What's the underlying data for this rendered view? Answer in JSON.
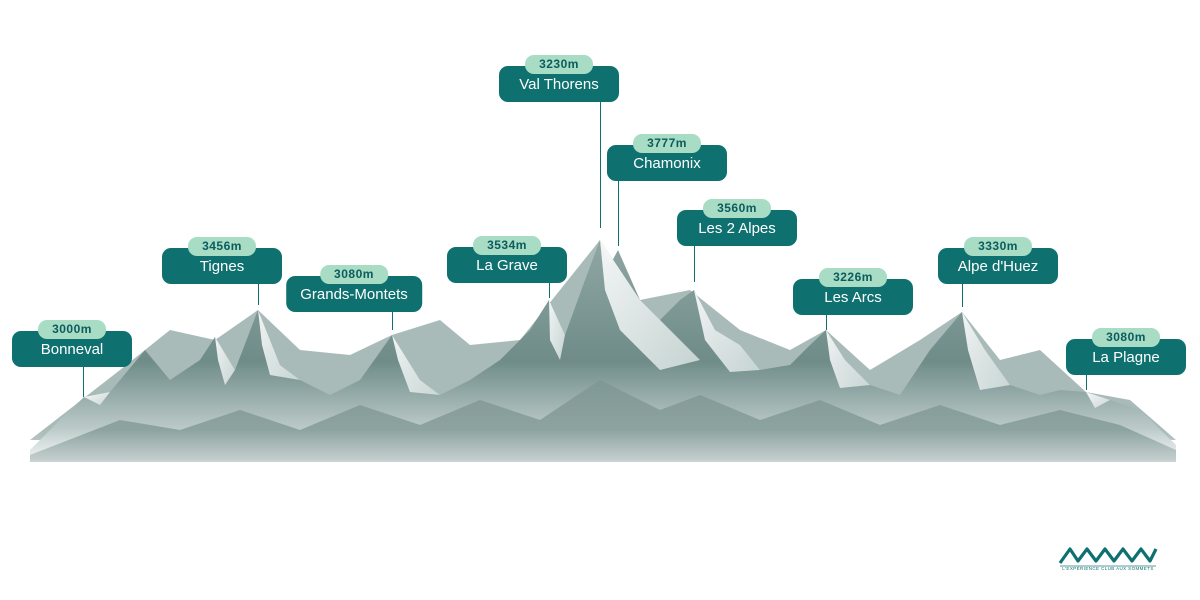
{
  "peaks": [
    {
      "id": "bonneval",
      "name": "Bonneval",
      "altitude": "3000m"
    },
    {
      "id": "tignes",
      "name": "Tignes",
      "altitude": "3456m"
    },
    {
      "id": "grands-montets",
      "name": "Grands-Montets",
      "altitude": "3080m"
    },
    {
      "id": "la-grave",
      "name": "La Grave",
      "altitude": "3534m"
    },
    {
      "id": "val-thorens",
      "name": "Val Thorens",
      "altitude": "3230m"
    },
    {
      "id": "chamonix",
      "name": "Chamonix",
      "altitude": "3777m"
    },
    {
      "id": "les-2-alpes",
      "name": "Les 2 Alpes",
      "altitude": "3560m"
    },
    {
      "id": "les-arcs",
      "name": "Les Arcs",
      "altitude": "3226m"
    },
    {
      "id": "alpe-dhuez",
      "name": "Alpe d'Huez",
      "altitude": "3330m"
    },
    {
      "id": "la-plagne",
      "name": "La Plagne",
      "altitude": "3080m"
    }
  ],
  "logo": {
    "wordmark": "MMV",
    "tagline": "L'EXPÉRIENCE CLUB AUX SOMMETS"
  },
  "colors": {
    "label_bg": "#0e7170",
    "badge_bg": "#a8dcc4",
    "mountain_dark": "#6f8c89",
    "mountain_light": "#e9efee"
  }
}
